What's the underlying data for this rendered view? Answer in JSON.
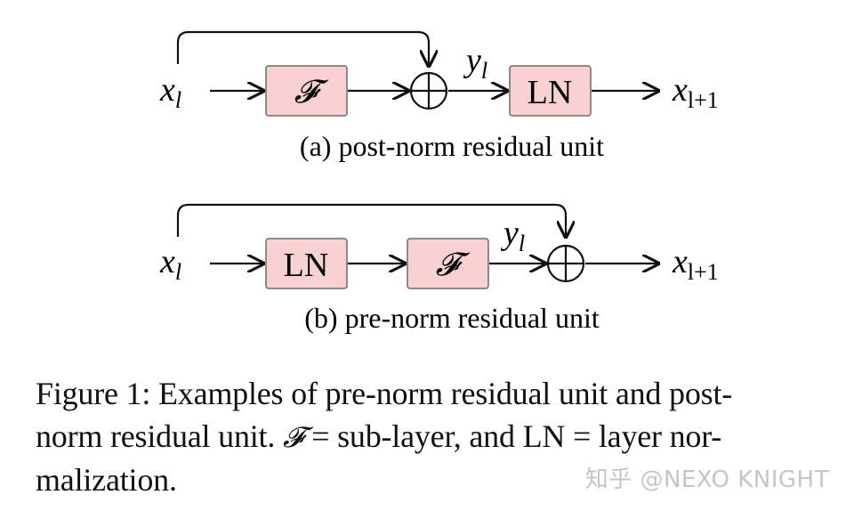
{
  "panel_a": {
    "input": "x",
    "input_sub": "l",
    "box1": "𝓕",
    "intermediate": "y",
    "intermediate_sub": "l",
    "box2": "LN",
    "output": "x",
    "output_sub": "l+1",
    "caption": "(a) post-norm residual unit"
  },
  "panel_b": {
    "input": "x",
    "input_sub": "l",
    "box1": "LN",
    "box2": "𝓕",
    "intermediate": "y",
    "intermediate_sub": "l",
    "output": "x",
    "output_sub": "l+1",
    "caption": "(b) pre-norm residual unit"
  },
  "figure_caption": {
    "line1": "Figure 1: Examples of pre-norm residual unit and post-",
    "line2_a": "norm residual unit. ",
    "line2_f": "𝓕",
    "line2_b": " = sub-layer, and LN = layer nor-",
    "line3": "malization."
  },
  "watermark": "知乎 @NEXO KNIGHT",
  "colors": {
    "box_fill": "#f8d2d0",
    "box_stroke": "#6b6b6b",
    "line": "#111111"
  }
}
